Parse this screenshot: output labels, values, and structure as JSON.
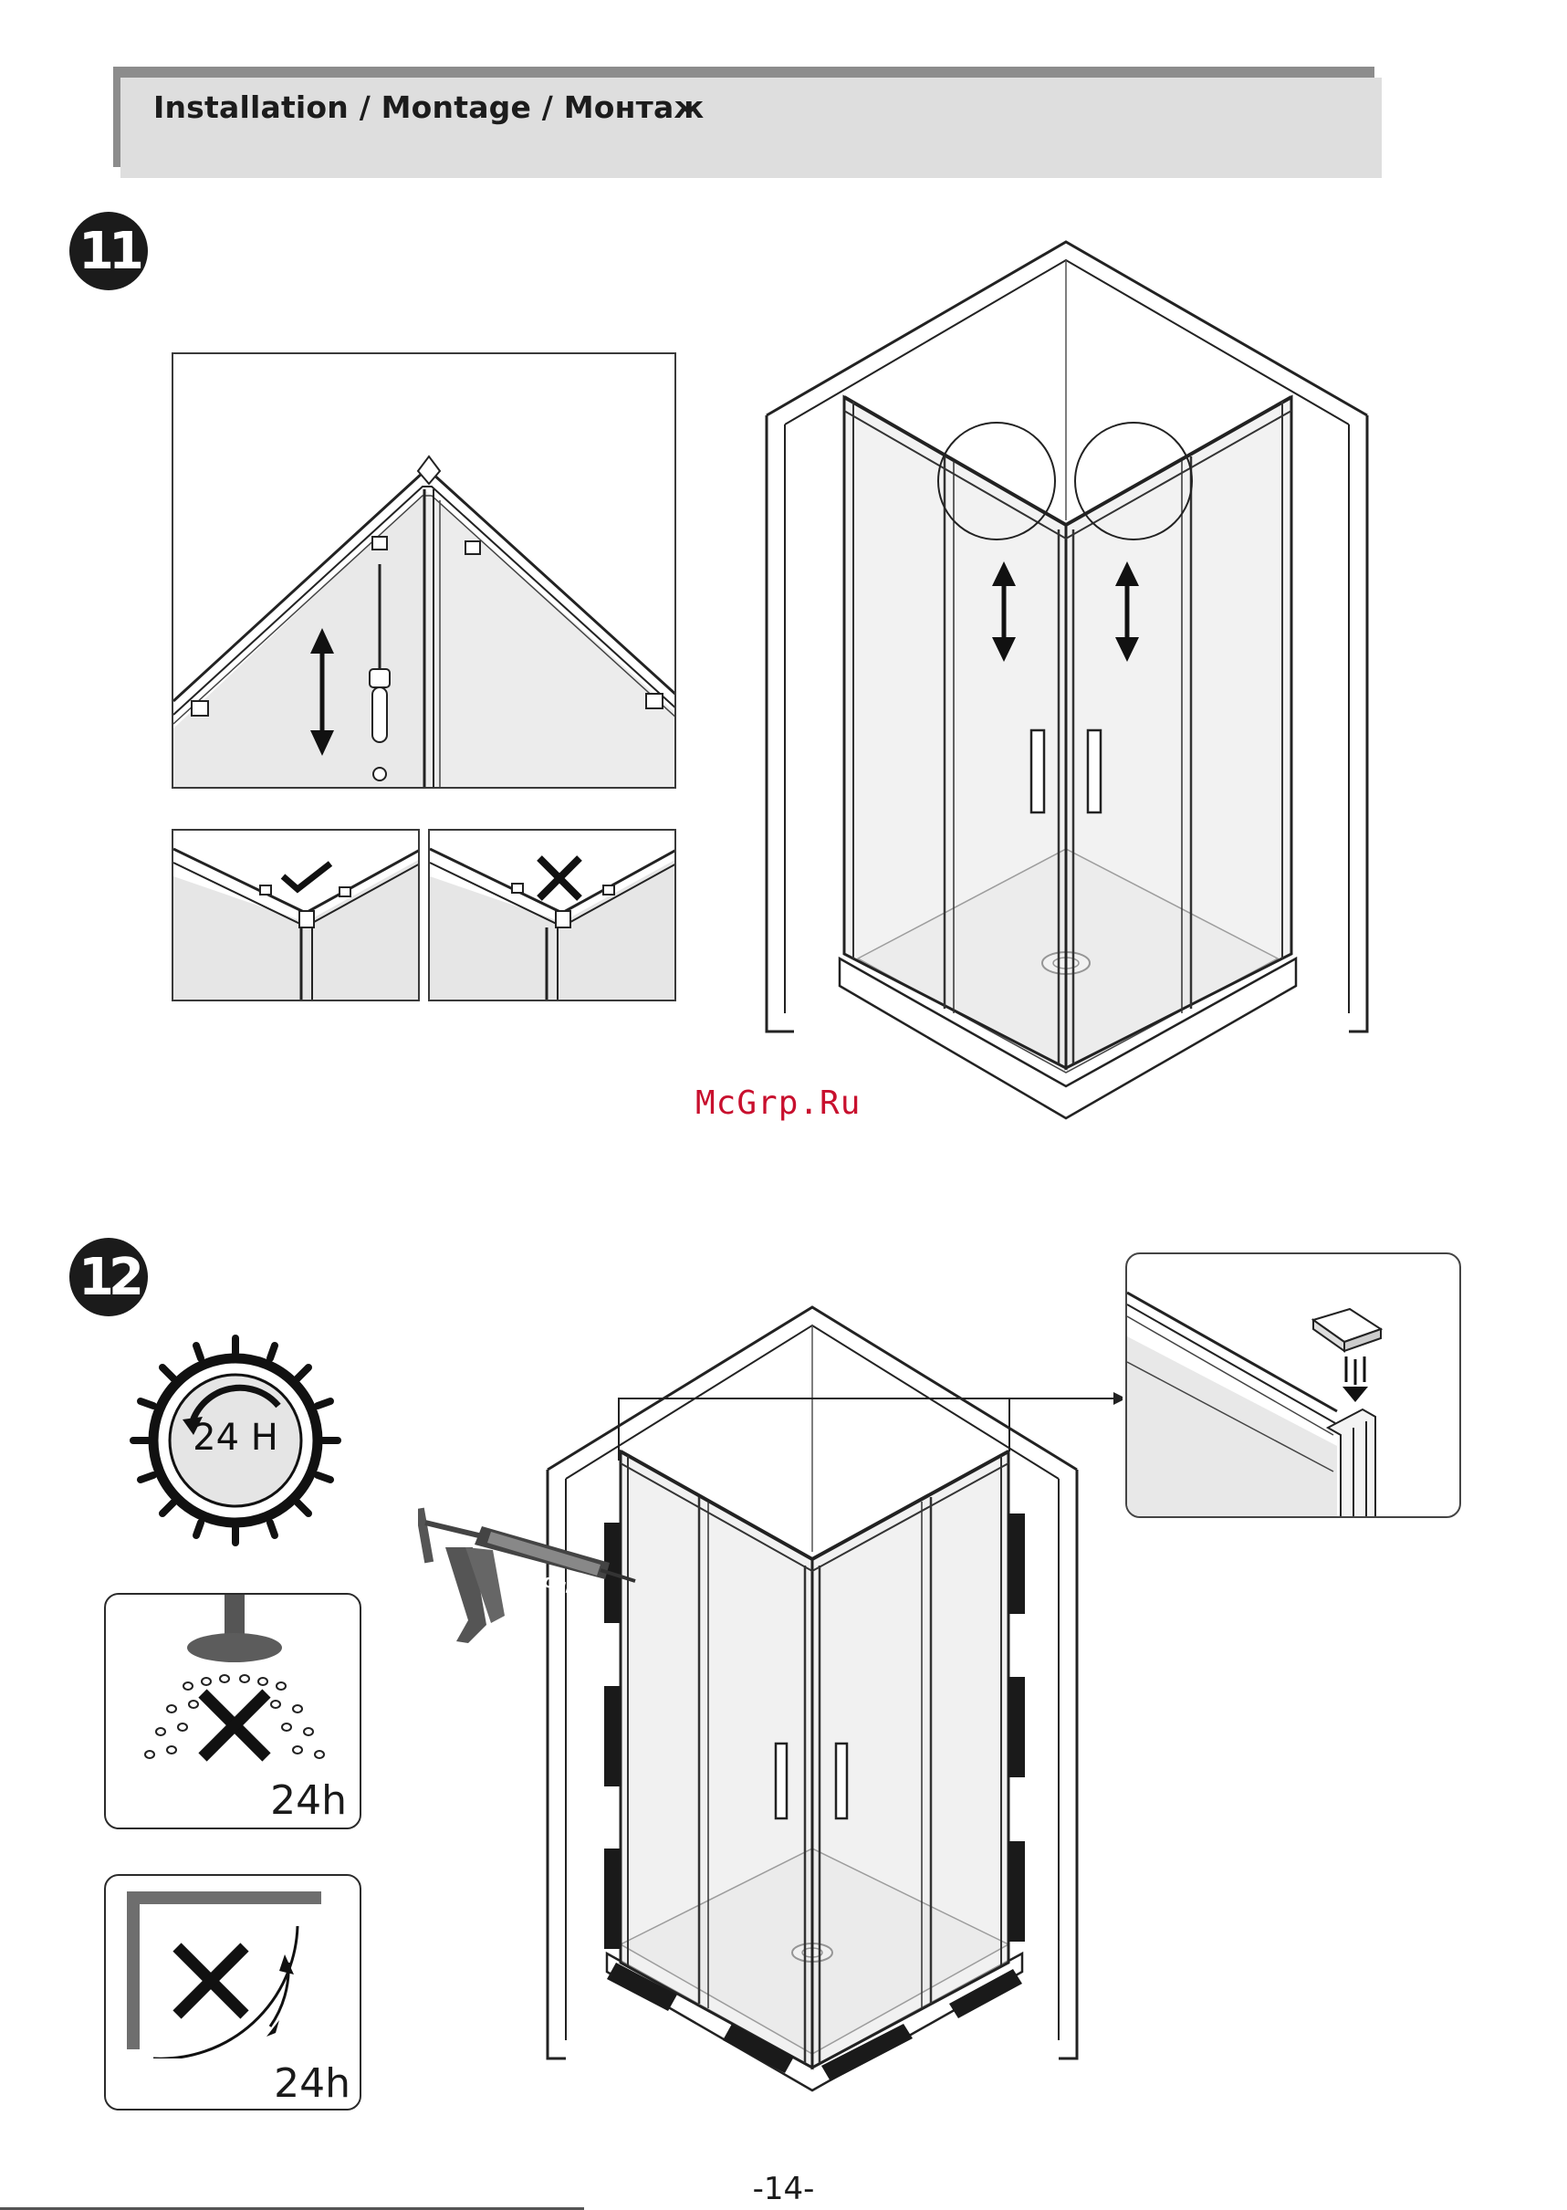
{
  "header": {
    "title": "Installation / Montage / Монтаж"
  },
  "steps": [
    {
      "number": "11"
    },
    {
      "number": "12"
    }
  ],
  "step12": {
    "timer_label": "24 H",
    "no_shower_label": "24h",
    "no_open_label": "24h",
    "silicone_label": "SILICONE"
  },
  "watermark": "McGrp.Ru",
  "footer": {
    "page_number": "-14-"
  },
  "colors": {
    "accent_watermark": "#c8102e",
    "header_bg": "#dedede",
    "header_shadow": "#8c8c8c"
  }
}
